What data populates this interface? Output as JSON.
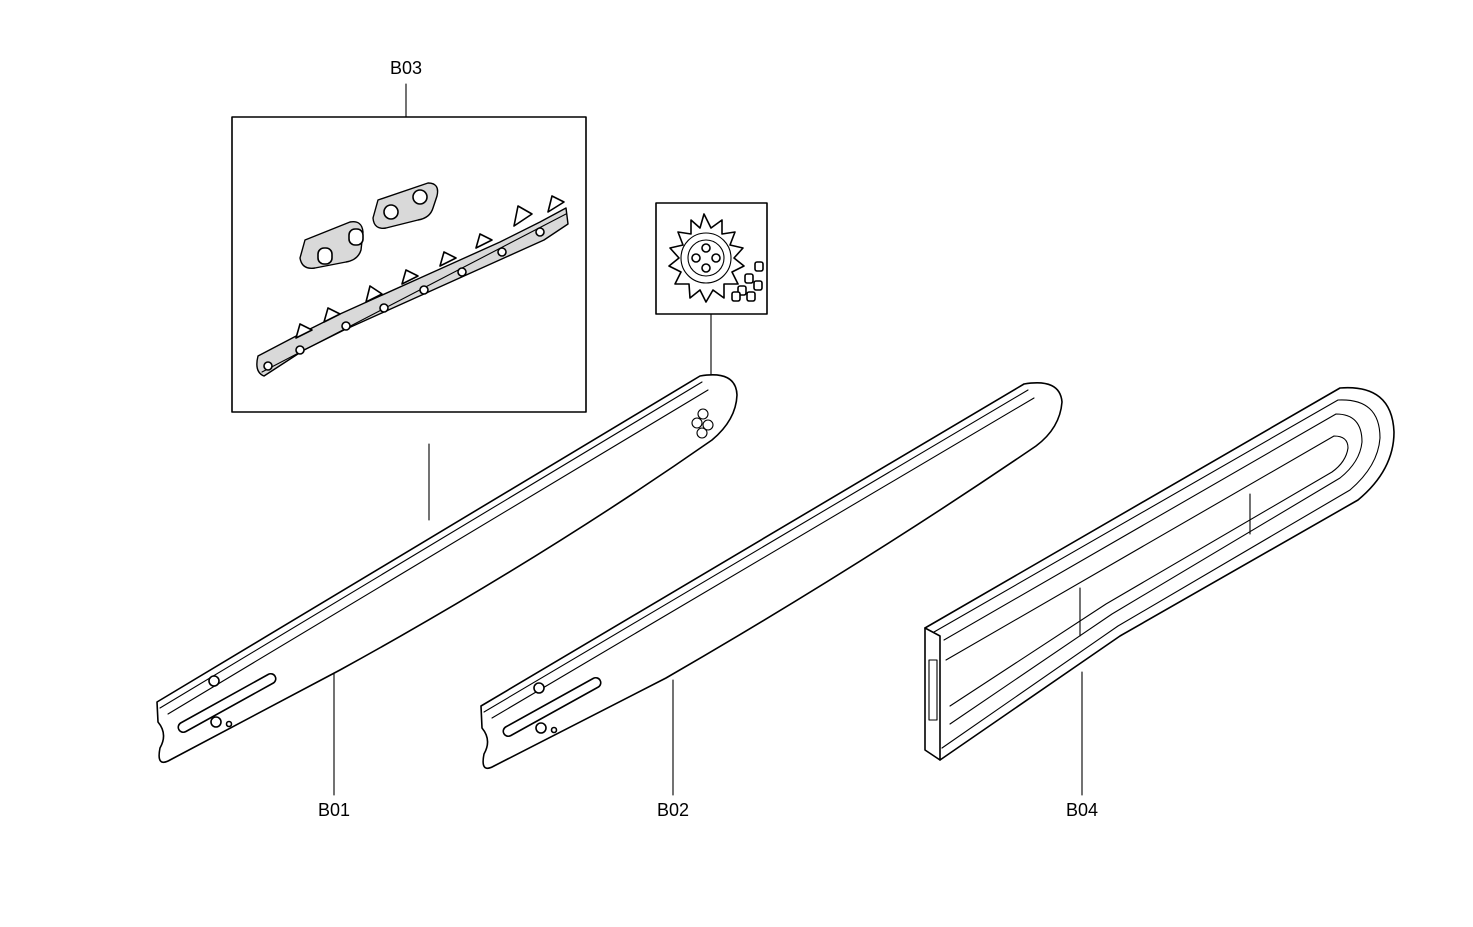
{
  "callouts": {
    "b03": "B03",
    "b01": "B01",
    "b02": "B02",
    "b04": "B04"
  }
}
